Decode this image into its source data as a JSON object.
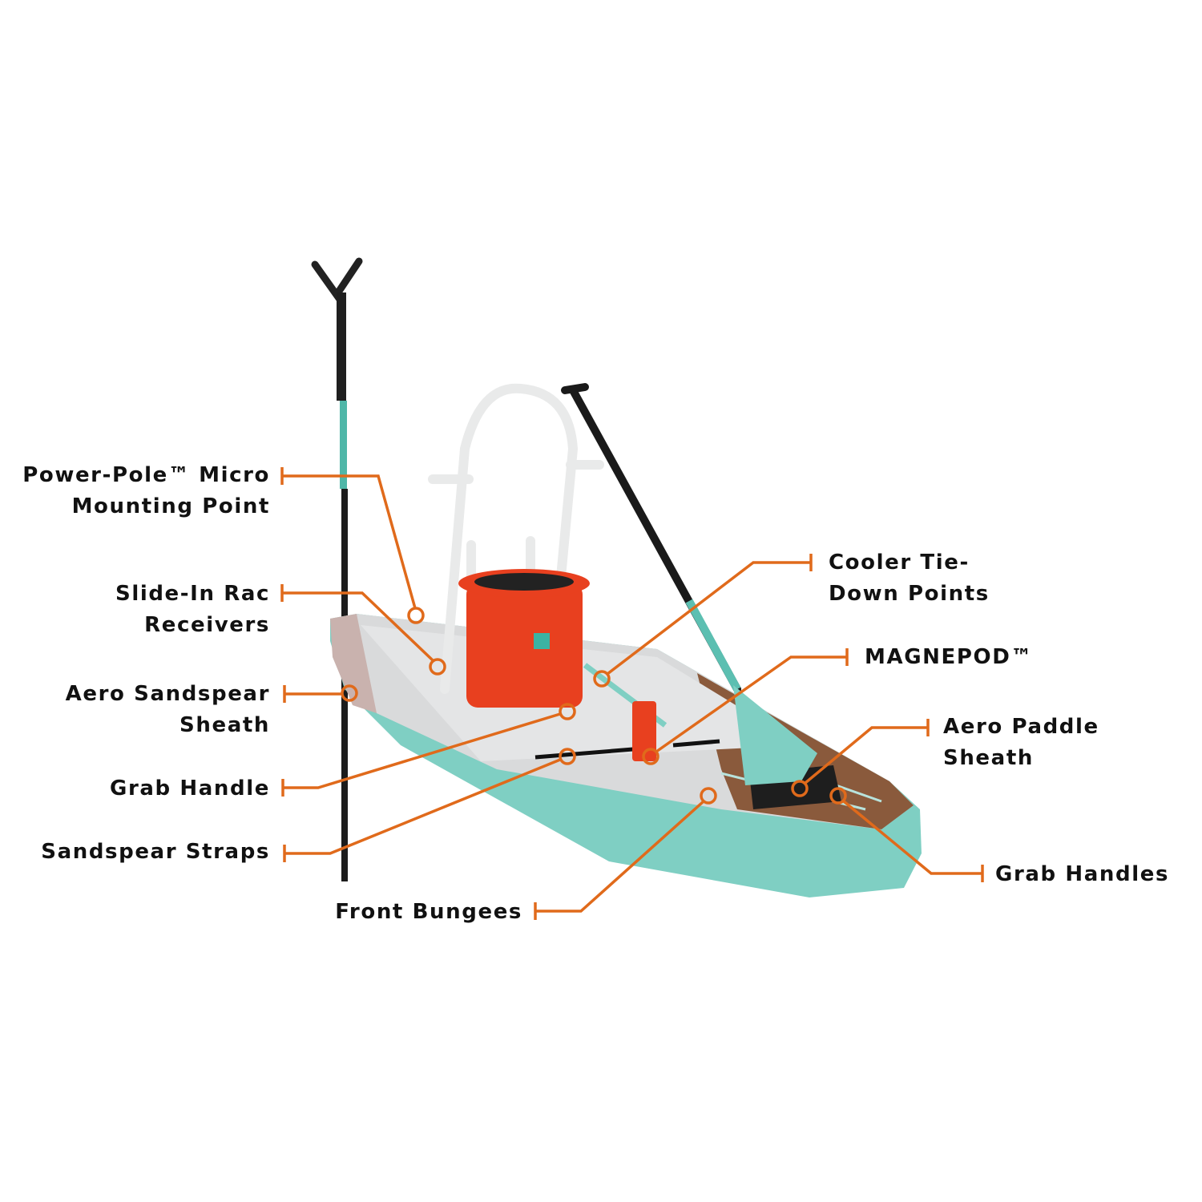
{
  "title": "Paddle board feature callouts",
  "colors": {
    "callout": "#e06a1b",
    "text": "#111111",
    "teal": "#7fcfc3",
    "deck": "#d9dadb",
    "wood": "#8a5a3c",
    "cooler": "#e8401f"
  },
  "callouts": [
    {
      "id": "power-pole",
      "lines": [
        "Power-Pole™ Micro",
        "Mounting Point"
      ]
    },
    {
      "id": "slide-in-rac",
      "lines": [
        "Slide-In Rac",
        "Receivers"
      ]
    },
    {
      "id": "aero-sandspear-sheath",
      "lines": [
        "Aero Sandspear",
        "Sheath"
      ]
    },
    {
      "id": "grab-handle",
      "lines": [
        "Grab Handle"
      ]
    },
    {
      "id": "sandspear-straps",
      "lines": [
        "Sandspear Straps"
      ]
    },
    {
      "id": "front-bungees",
      "lines": [
        "Front Bungees"
      ]
    },
    {
      "id": "cooler-tie-down",
      "lines": [
        "Cooler Tie-",
        "Down Points"
      ]
    },
    {
      "id": "magnepod",
      "lines": [
        "MAGNEPOD™"
      ]
    },
    {
      "id": "aero-paddle-sheath",
      "lines": [
        "Aero Paddle",
        "Sheath"
      ]
    },
    {
      "id": "grab-handles",
      "lines": [
        "Grab Handles"
      ]
    }
  ]
}
